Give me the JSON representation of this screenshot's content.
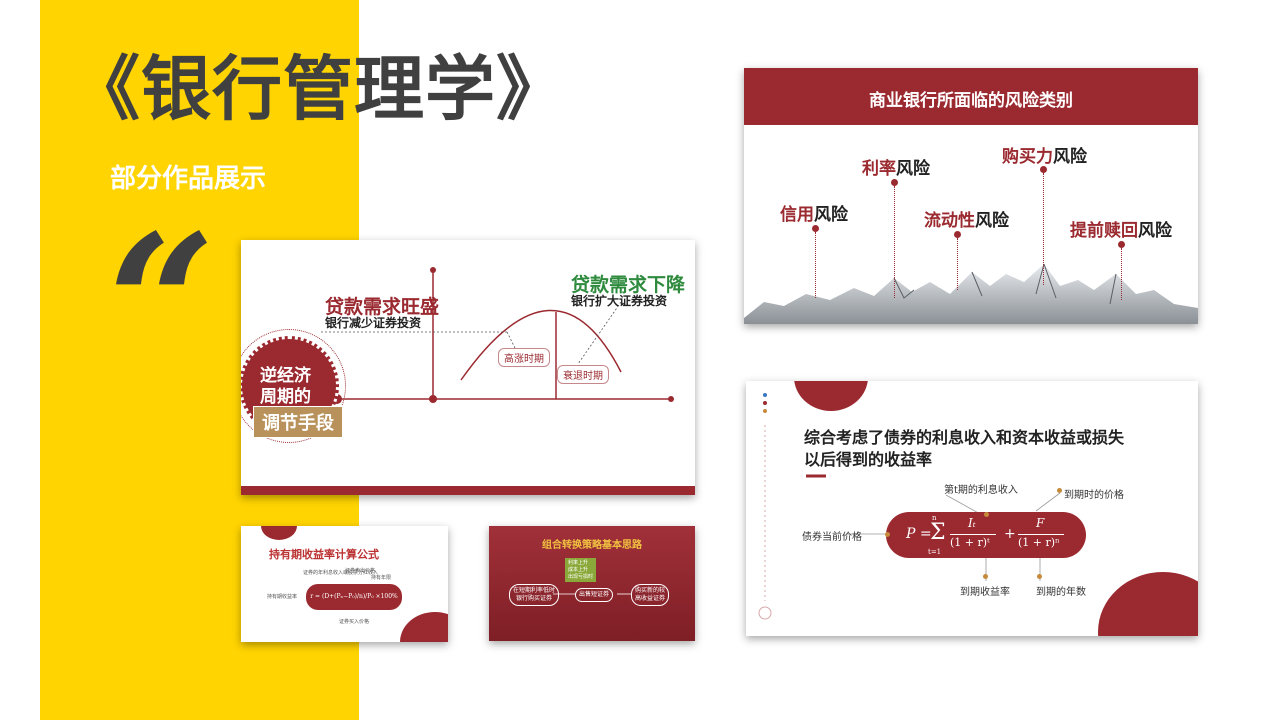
{
  "page": {
    "title": "《银行管理学》",
    "subtitle": "部分作品展示",
    "quote_mark": "“"
  },
  "slide1": {
    "badge_lines": [
      "逆经济",
      "周期的"
    ],
    "badge_highlight": "调节手段",
    "left_big": "贷款需求旺盛",
    "left_small": "银行减少证券投资",
    "right_big": "贷款需求下降",
    "right_small": "银行扩大证券投资",
    "tag_boom": "高涨时期",
    "tag_recession": "衰退时期"
  },
  "slide2": {
    "title_a": "持有期收益率",
    "title_b": "计算公式",
    "formula": "r = (D+(Pₙ−P₀)/n)/P₀ ×100%",
    "labels": [
      "证券的年利息收入或股票分红收入",
      "证券卖出价格",
      "持有年限",
      "持有期收益率",
      "证券买入价格"
    ]
  },
  "slide3": {
    "title_a": "组合转换策略",
    "title_b": "基本思路",
    "box_left": [
      "在短期利率低时",
      "银行购买证券"
    ],
    "box_mid": "出售短证券",
    "box_right": [
      "购买新的较",
      "高收益证券"
    ],
    "green_lines": [
      "利率上升",
      "成本上升",
      "出现亏损时"
    ]
  },
  "slide4": {
    "title": "商业银行所面临的风险类别",
    "risks": [
      {
        "a": "信用",
        "b": "风险"
      },
      {
        "a": "利率",
        "b": "风险"
      },
      {
        "a": "流动性",
        "b": "风险"
      },
      {
        "a": "购买力",
        "b": "风险"
      },
      {
        "a": "提前赎回",
        "b": "风险"
      }
    ]
  },
  "slide5": {
    "heading_line1": "综合考虑了债券的利息收入和资本收益或损失",
    "heading_line2": "以后得到的收益率",
    "note_interest": "第t期的利息收入",
    "note_maturity_price": "到期时的价格",
    "note_price": "债券当前价格",
    "note_yield": "到期收益率",
    "note_years": "到期的年数",
    "formula_lhs": "P =",
    "sigma_top": "n",
    "sigma_bottom": "t=1",
    "frac1_num": "Iₜ",
    "frac1_den": "(1 + r)ᵗ",
    "frac2_num": "F",
    "frac2_den": "(1 + r)ⁿ",
    "plus": "+"
  },
  "colors": {
    "yellow": "#ffd400",
    "dark_red": "#9b2a30",
    "dark_gray": "#404040",
    "green": "#2e8b3e"
  }
}
